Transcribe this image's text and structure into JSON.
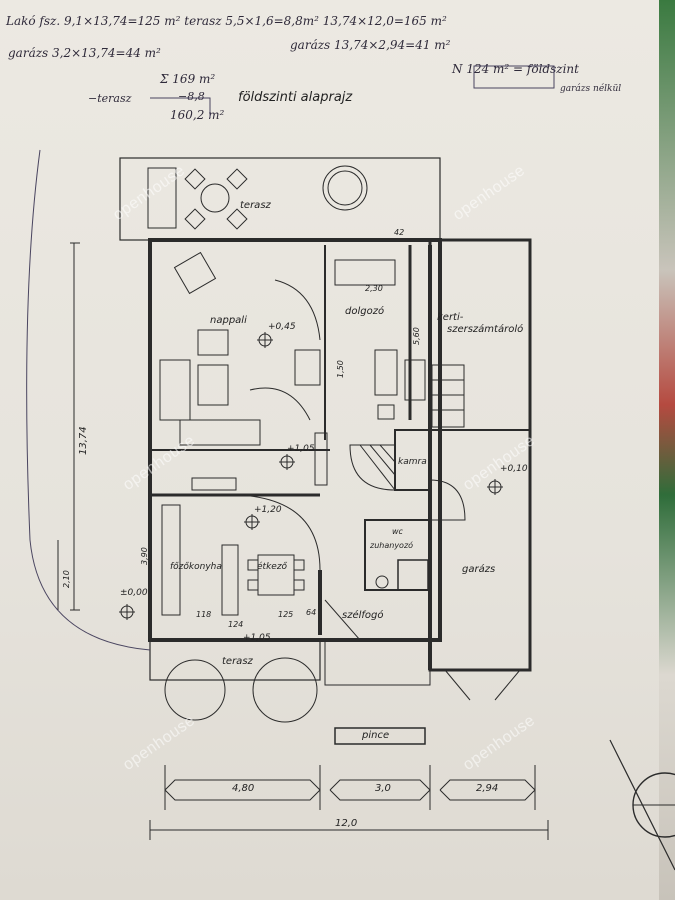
{
  "title": "földszinti alaprajz",
  "handwritten": {
    "line1": "Lakó fsz. 9,1×13,74=125 m²  terasz 5,5×1,6=8,8m²  13,74×12,0=165 m²",
    "line2a": "garázs  3,2×13,74=44 m²",
    "line2b": "garázs  13,74×2,94=41 m²",
    "line3a": "Σ  169 m²",
    "line3b": "−8,8",
    "line3c": "160,2 m²",
    "terasz_note": "−terasz",
    "net": "N 124 m² = földszint",
    "net_note": "garázs nélkül"
  },
  "rooms": {
    "terasz_top": "terasz",
    "nappali": "nappali",
    "dolgozo": "dolgozó",
    "kerti": "kerti-",
    "kerti2": "szerszámtároló",
    "kamra": "kamra",
    "fozo": "főzőkonyha",
    "etkezo": "étkező",
    "wc": "wc",
    "zuhanyozo": "zuhanyozó",
    "garazs": "garázs",
    "szelfogo": "szélfogó",
    "terasz_bottom": "terasz",
    "pince": "pince"
  },
  "levels": {
    "nappali": "+0,45",
    "stair": "+1,05",
    "konyha": "+1,20",
    "garazs": "+0,10",
    "outside": "±0,00",
    "entry": "+1,05"
  },
  "dims": {
    "side": "13,74",
    "d1": "4,80",
    "d2": "3,0",
    "d3": "2,94",
    "total": "12,0",
    "small_a": "2,10",
    "small_b": "3,90",
    "w230": "2,30",
    "w42": "42",
    "w560": "5,60",
    "w150": "1,50",
    "w118": "118",
    "w124": "124",
    "w125": "125",
    "w64": "64"
  },
  "watermark": "openhouse"
}
